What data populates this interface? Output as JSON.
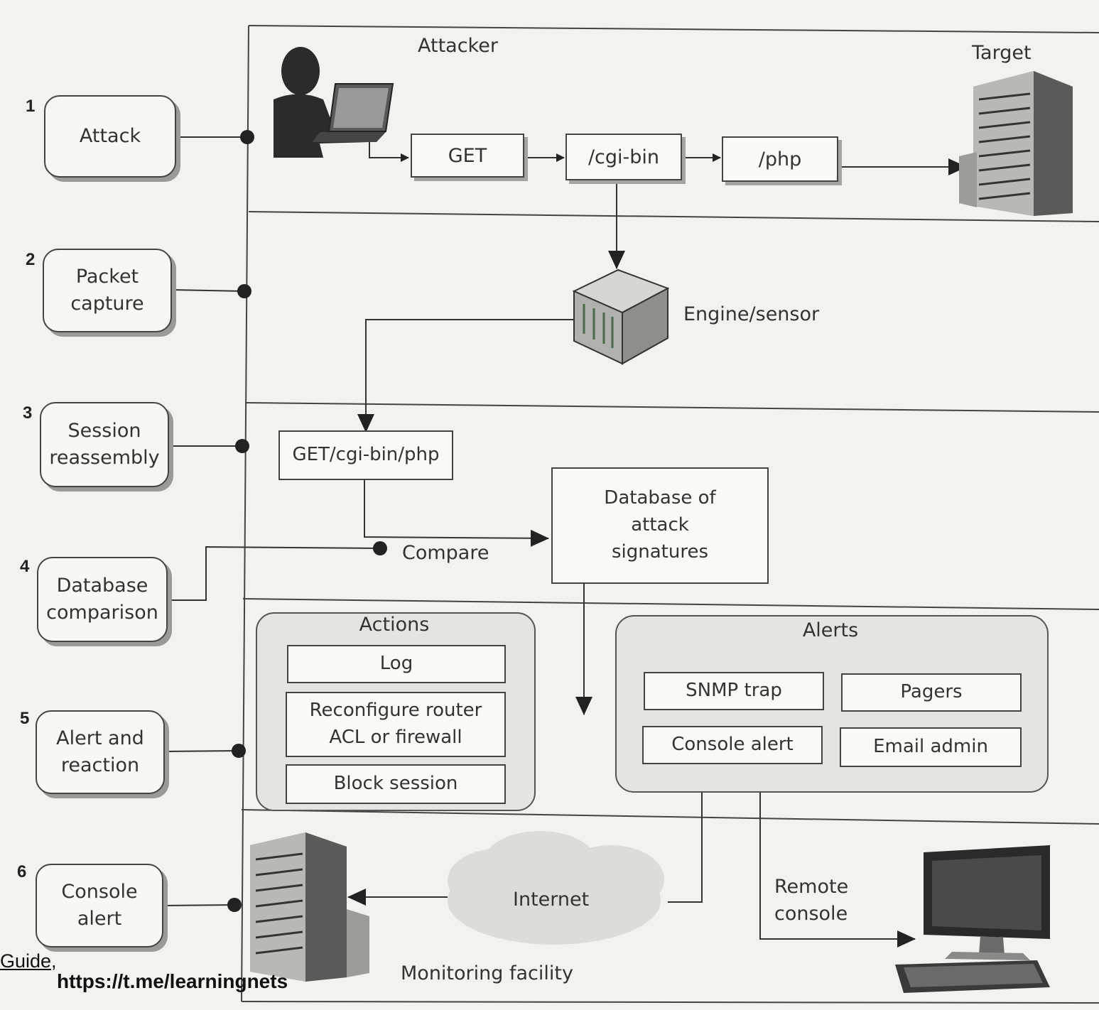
{
  "steps": [
    {
      "num": "1",
      "label": "Attack"
    },
    {
      "num": "2",
      "label": "Packet\ncapture"
    },
    {
      "num": "3",
      "label": "Session\nreassembly"
    },
    {
      "num": "4",
      "label": "Database\ncomparison"
    },
    {
      "num": "5",
      "label": "Alert and\nreaction"
    },
    {
      "num": "6",
      "label": "Console\nalert"
    }
  ],
  "attack_lane": {
    "attacker": "Attacker",
    "target": "Target",
    "flow": [
      "GET",
      "/cgi-bin",
      "/php"
    ]
  },
  "sensor": {
    "label": "Engine/sensor"
  },
  "session": {
    "reassembled": "GET/cgi-bin/php"
  },
  "compare": {
    "label": "Compare",
    "database": "Database of\nattack\nsignatures"
  },
  "actions": {
    "title": "Actions",
    "items": [
      "Log",
      "Reconfigure router\nACL or firewall",
      "Block session"
    ]
  },
  "alerts": {
    "title": "Alerts",
    "items": [
      "SNMP trap",
      "Pagers",
      "Console alert",
      "Email admin"
    ]
  },
  "console_lane": {
    "internet": "Internet",
    "remote_console": "Remote\nconsole",
    "monitoring": "Monitoring facility"
  },
  "watermark": {
    "partial": "Guide,",
    "url": "https://t.me/learningnets"
  }
}
